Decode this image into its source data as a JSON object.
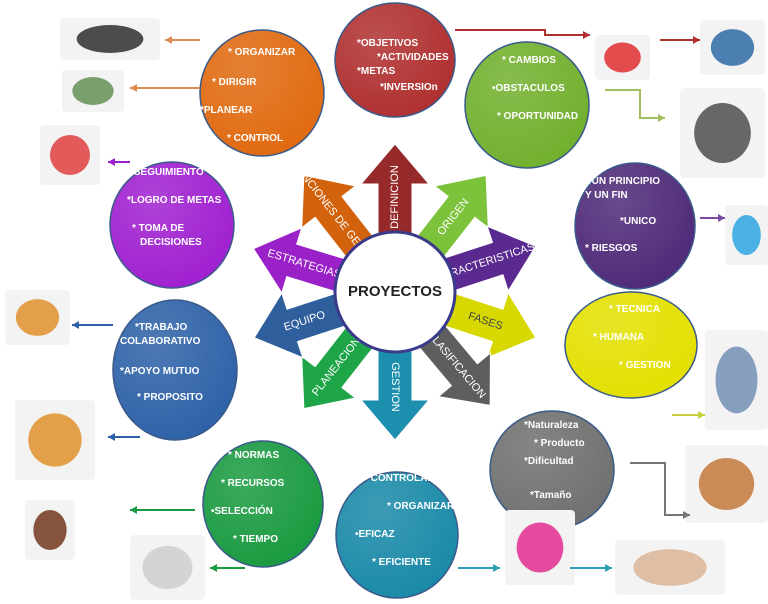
{
  "center": {
    "label": "PROYECTOS"
  },
  "branches": [
    {
      "id": "funciones",
      "label": "FUNCIONES DE GESTION",
      "color": "#e06a10",
      "arrow_color": "#d2620c",
      "items": [
        "* ORGANIZAR",
        "* DIRIGIR",
        "*PLANEAR",
        "* CONTROL"
      ]
    },
    {
      "id": "definicion",
      "label": "DEFINICION",
      "color": "#b03030",
      "arrow_color": "#962a2a",
      "items": [
        "*OBJETIVOS",
        "*ACTIVIDADES",
        "*METAS",
        "*INVERSIOn"
      ]
    },
    {
      "id": "origen",
      "label": "ORIGEN",
      "color": "#72b02e",
      "arrow_color": "#7cc23a",
      "items": [
        "* CAMBIOS",
        "•OBSTACULOS",
        "* OPORTUNIDAD"
      ]
    },
    {
      "id": "caracteristicas",
      "label": "CARACTERISTICAS",
      "color": "#4e2a78",
      "arrow_color": "#5a2a90",
      "items": [
        "* UN PRINCIPIO",
        "Y  UN  FIN",
        "*UNICO",
        "* RIESGOS"
      ]
    },
    {
      "id": "fases",
      "label": "FASES",
      "color": "#e3e000",
      "arrow_color": "#d6d800",
      "items": [
        "*  TECNICA",
        "* HUMANA",
        "* GESTION"
      ]
    },
    {
      "id": "clasificacion",
      "label": "CLASIFICACION",
      "color": "#707070",
      "arrow_color": "#5e5e5e",
      "items": [
        "*Naturaleza",
        "*  Producto",
        "*Dificultad",
        "*Tamaño"
      ]
    },
    {
      "id": "gestion",
      "label": "GESTION",
      "color": "#1a8aa8",
      "arrow_color": "#1c8fae",
      "items": [
        "* CONTROLAR",
        "* ORGANIZAR",
        "•EFICAZ",
        "* EFICIENTE"
      ]
    },
    {
      "id": "planeacion",
      "label": "PLANEACION",
      "color": "#1a9a40",
      "arrow_color": "#1ea548",
      "items": [
        "* NORMAS",
        "* RECURSOS",
        "•SELECCIÓN",
        "* TIEMPO"
      ]
    },
    {
      "id": "equipo",
      "label": "EQUIPO",
      "color": "#2e62a8",
      "arrow_color": "#2e5f9c",
      "items": [
        "*TRABAJO",
        "COLABORATIVO",
        "*APOYO  MUTUO",
        "* PROPOSITO"
      ]
    },
    {
      "id": "estrategias",
      "label": "ESTRATEGIAS",
      "color": "#a020d0",
      "arrow_color": "#9a20c8",
      "items": [
        "*SEGUIMIENTO",
        "*LOGRO DE METAS",
        "* TOMA DE",
        "DECISIONES"
      ]
    }
  ],
  "images": [
    {
      "name": "pointer-hand-image"
    },
    {
      "name": "businessman-desk-image"
    },
    {
      "name": "growth-chart-image"
    },
    {
      "name": "team-puzzle-image"
    },
    {
      "name": "team-circle-image"
    },
    {
      "name": "tree-image"
    },
    {
      "name": "spiral-clock-image"
    },
    {
      "name": "checkmark-person-image"
    },
    {
      "name": "multitask-woman-image"
    },
    {
      "name": "vases-image"
    },
    {
      "name": "face-mosaic-image"
    },
    {
      "name": "smileys-image"
    },
    {
      "name": "signpost-image"
    },
    {
      "name": "race-car-image"
    },
    {
      "name": "money-head-image"
    }
  ]
}
